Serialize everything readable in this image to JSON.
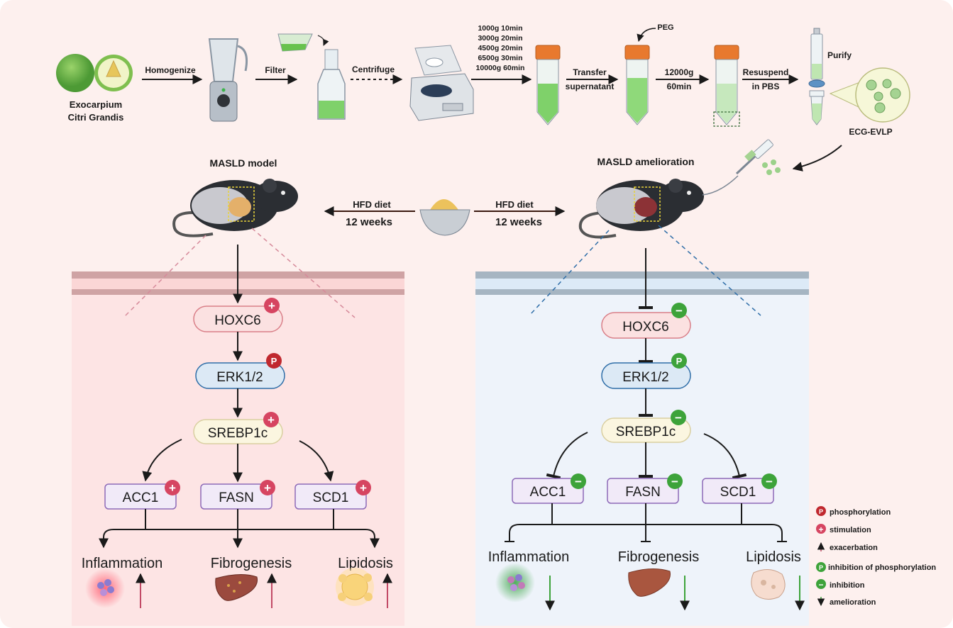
{
  "source": {
    "line1": "Exocarpium",
    "line2": "Citri Grandis"
  },
  "steps": {
    "homogenize": "Homogenize",
    "filter": "Filter",
    "centrifuge": "Centrifuge",
    "speeds": [
      "1000g 10min",
      "3000g 20min",
      "4500g 20min",
      "6500g 30min",
      "10000g 60min"
    ],
    "transfer_1": "Transfer",
    "transfer_2": "supernatant",
    "peg": "PEG",
    "spin_1": "12000g",
    "spin_2": "60min",
    "resuspend_1": "Resuspend",
    "resuspend_2": "in PBS",
    "purify": "Purify",
    "product": "ECG-EVLP"
  },
  "model": {
    "left_title": "MASLD model",
    "right_title": "MASLD amelioration",
    "diet_left_1": "HFD diet",
    "diet_left_2": "12 weeks",
    "diet_right_1": "HFD diet",
    "diet_right_2": "12 weeks"
  },
  "pathway_left": {
    "hoxc6": "HOXC6",
    "erk": "ERK1/2",
    "srebp": "SREBP1c",
    "acc1": "ACC1",
    "fasn": "FASN",
    "scd1": "SCD1",
    "inflammation": "Inflammation",
    "fibrogenesis": "Fibrogenesis",
    "lipidosis": "Lipidosis"
  },
  "pathway_right": {
    "hoxc6": "HOXC6",
    "erk": "ERK1/2",
    "srebp": "SREBP1c",
    "acc1": "ACC1",
    "fasn": "FASN",
    "scd1": "SCD1",
    "inflammation": "Inflammation",
    "fibrogenesis": "Fibrogenesis",
    "lipidosis": "Lipidosis"
  },
  "badges": {
    "phospho": "P",
    "plus": "+",
    "minus": "−"
  },
  "legend": {
    "phosphorylation": "phosphorylation",
    "stimulation": "stimulation",
    "exacerbation": "exacerbation",
    "inhibition_phospho": "inhibition of phosphorylation",
    "inhibition": "inhibition",
    "amelioration": "amelioration"
  },
  "colors": {
    "background": "#fdf0ee",
    "left_panel": "#fde4e4",
    "right_panel": "#eef3fa",
    "stimulation": "#d64561",
    "phospho_red": "#c0282e",
    "inhibit_green": "#3da33a",
    "hoxc6_fill": "#fbe1e1",
    "erk_fill": "#dce9f5",
    "srebp_fill": "#fbf6e0",
    "gene_fill": "#f1eaf8",
    "gene_stroke": "#8e6bb8"
  }
}
